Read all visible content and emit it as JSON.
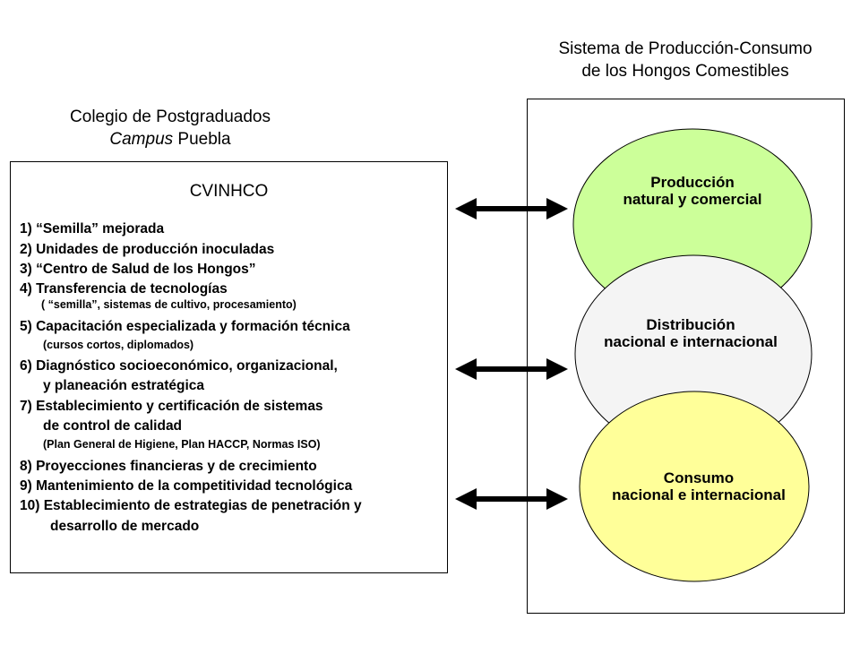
{
  "right_title": [
    "Sistema de Producción-Consumo",
    "de los Hongos Comestibles"
  ],
  "left_title": {
    "line1": "Colegio de Postgraduados",
    "campus_italic": "Campus",
    "campus_rest": " Puebla"
  },
  "box_heading": "CVINHCO",
  "items": [
    "1) “Semilla” mejorada",
    "2) Unidades de producción inoculadas",
    "3) “Centro de Salud de los Hongos”",
    "4) Transferencia de tecnologías",
    "( “semilla”, sistemas de cultivo, procesamiento)",
    "5) Capacitación especializada y formación técnica",
    "(cursos cortos, diplomados)",
    "6) Diagnóstico socioeconómico, organizacional,",
    "y planeación estratégica",
    "7) Establecimiento y certificación de sistemas",
    "de control de calidad",
    "(Plan General de Higiene, Plan HACCP, Normas ISO)",
    "8) Proyecciones financieras y de crecimiento",
    "9) Mantenimiento de la competitividad tecnológica",
    "10) Establecimiento de estrategias de penetración y",
    "desarrollo de mercado"
  ],
  "circles": [
    {
      "line1": "Producción",
      "line2": "natural y comercial",
      "color": "#ccff99"
    },
    {
      "line1": "Distribución",
      "line2": "nacional e internacional",
      "color": "#f4f4f4"
    },
    {
      "line1": "Consumo",
      "line2": "nacional e internacional",
      "color": "#ffff99"
    }
  ]
}
